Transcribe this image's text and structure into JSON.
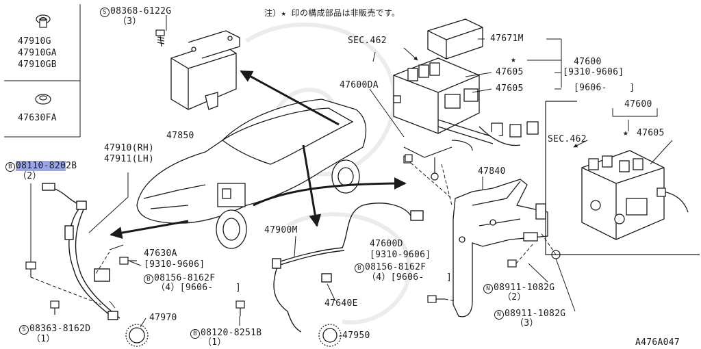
{
  "note": "注）★ 印の構成部品は非販売です。",
  "diagram_code": "A476A047",
  "colors": {
    "line": "#1a1a1a",
    "highlight": "#9aa6e8",
    "watermark": "#dcdcdc"
  },
  "legend_box": {
    "part_a": [
      "47910G",
      "47910GA",
      "47910GB"
    ],
    "part_b": "47630FA"
  },
  "labels": {
    "bolt_top": {
      "prefix": "S",
      "code": "08368-6122G",
      "qty": "（3）"
    },
    "ecu": "47850",
    "sensor_rh": "47910(RH)",
    "sensor_lh": "47911(LH)",
    "bolt_hl": {
      "prefix": "B",
      "code_hl": "08110-820",
      "code_rest": "2B",
      "qty": "（2）"
    },
    "front_sensor": "47630A",
    "date_range_1": "[9310-9606]",
    "bolt_front": {
      "prefix": "B",
      "code": "08156-8162F",
      "qty": "（4）[9606-    ]"
    },
    "bolt_bottom": {
      "prefix": "S",
      "code": "08363-8162D",
      "qty": "（1）"
    },
    "tone_ring_front": "47970",
    "bolt_rear_sensor": {
      "prefix": "B",
      "code": "08120-8251B",
      "qty": "（1）"
    },
    "rear_harness": "47900M",
    "rear_unit": "47600D",
    "date_range_2": "[9310-9606]",
    "bolt_rear": {
      "prefix": "B",
      "code": "08156-8162F",
      "qty": "（4）[9606-    ]"
    },
    "rear_sensor": "47640E",
    "tone_ring_rear": "47950",
    "sec_top": "SEC.462",
    "cover": "47671M",
    "actuator": "47600",
    "actuator_dates": "[9310-9606]",
    "star": "★",
    "valve_a": "47605",
    "valve_b": "47605",
    "actuator_bracket": "47600DA",
    "bracket": "47840",
    "nut_1": {
      "prefix": "N",
      "code": "08911-1082G",
      "qty": "（2）"
    },
    "nut_2": {
      "prefix": "N",
      "code": "08911-1082G",
      "qty": "（3）"
    },
    "inset_dates": "[9606-    ]",
    "inset_part": "47600",
    "inset_sec": "SEC.462",
    "inset_valve": "47605"
  }
}
